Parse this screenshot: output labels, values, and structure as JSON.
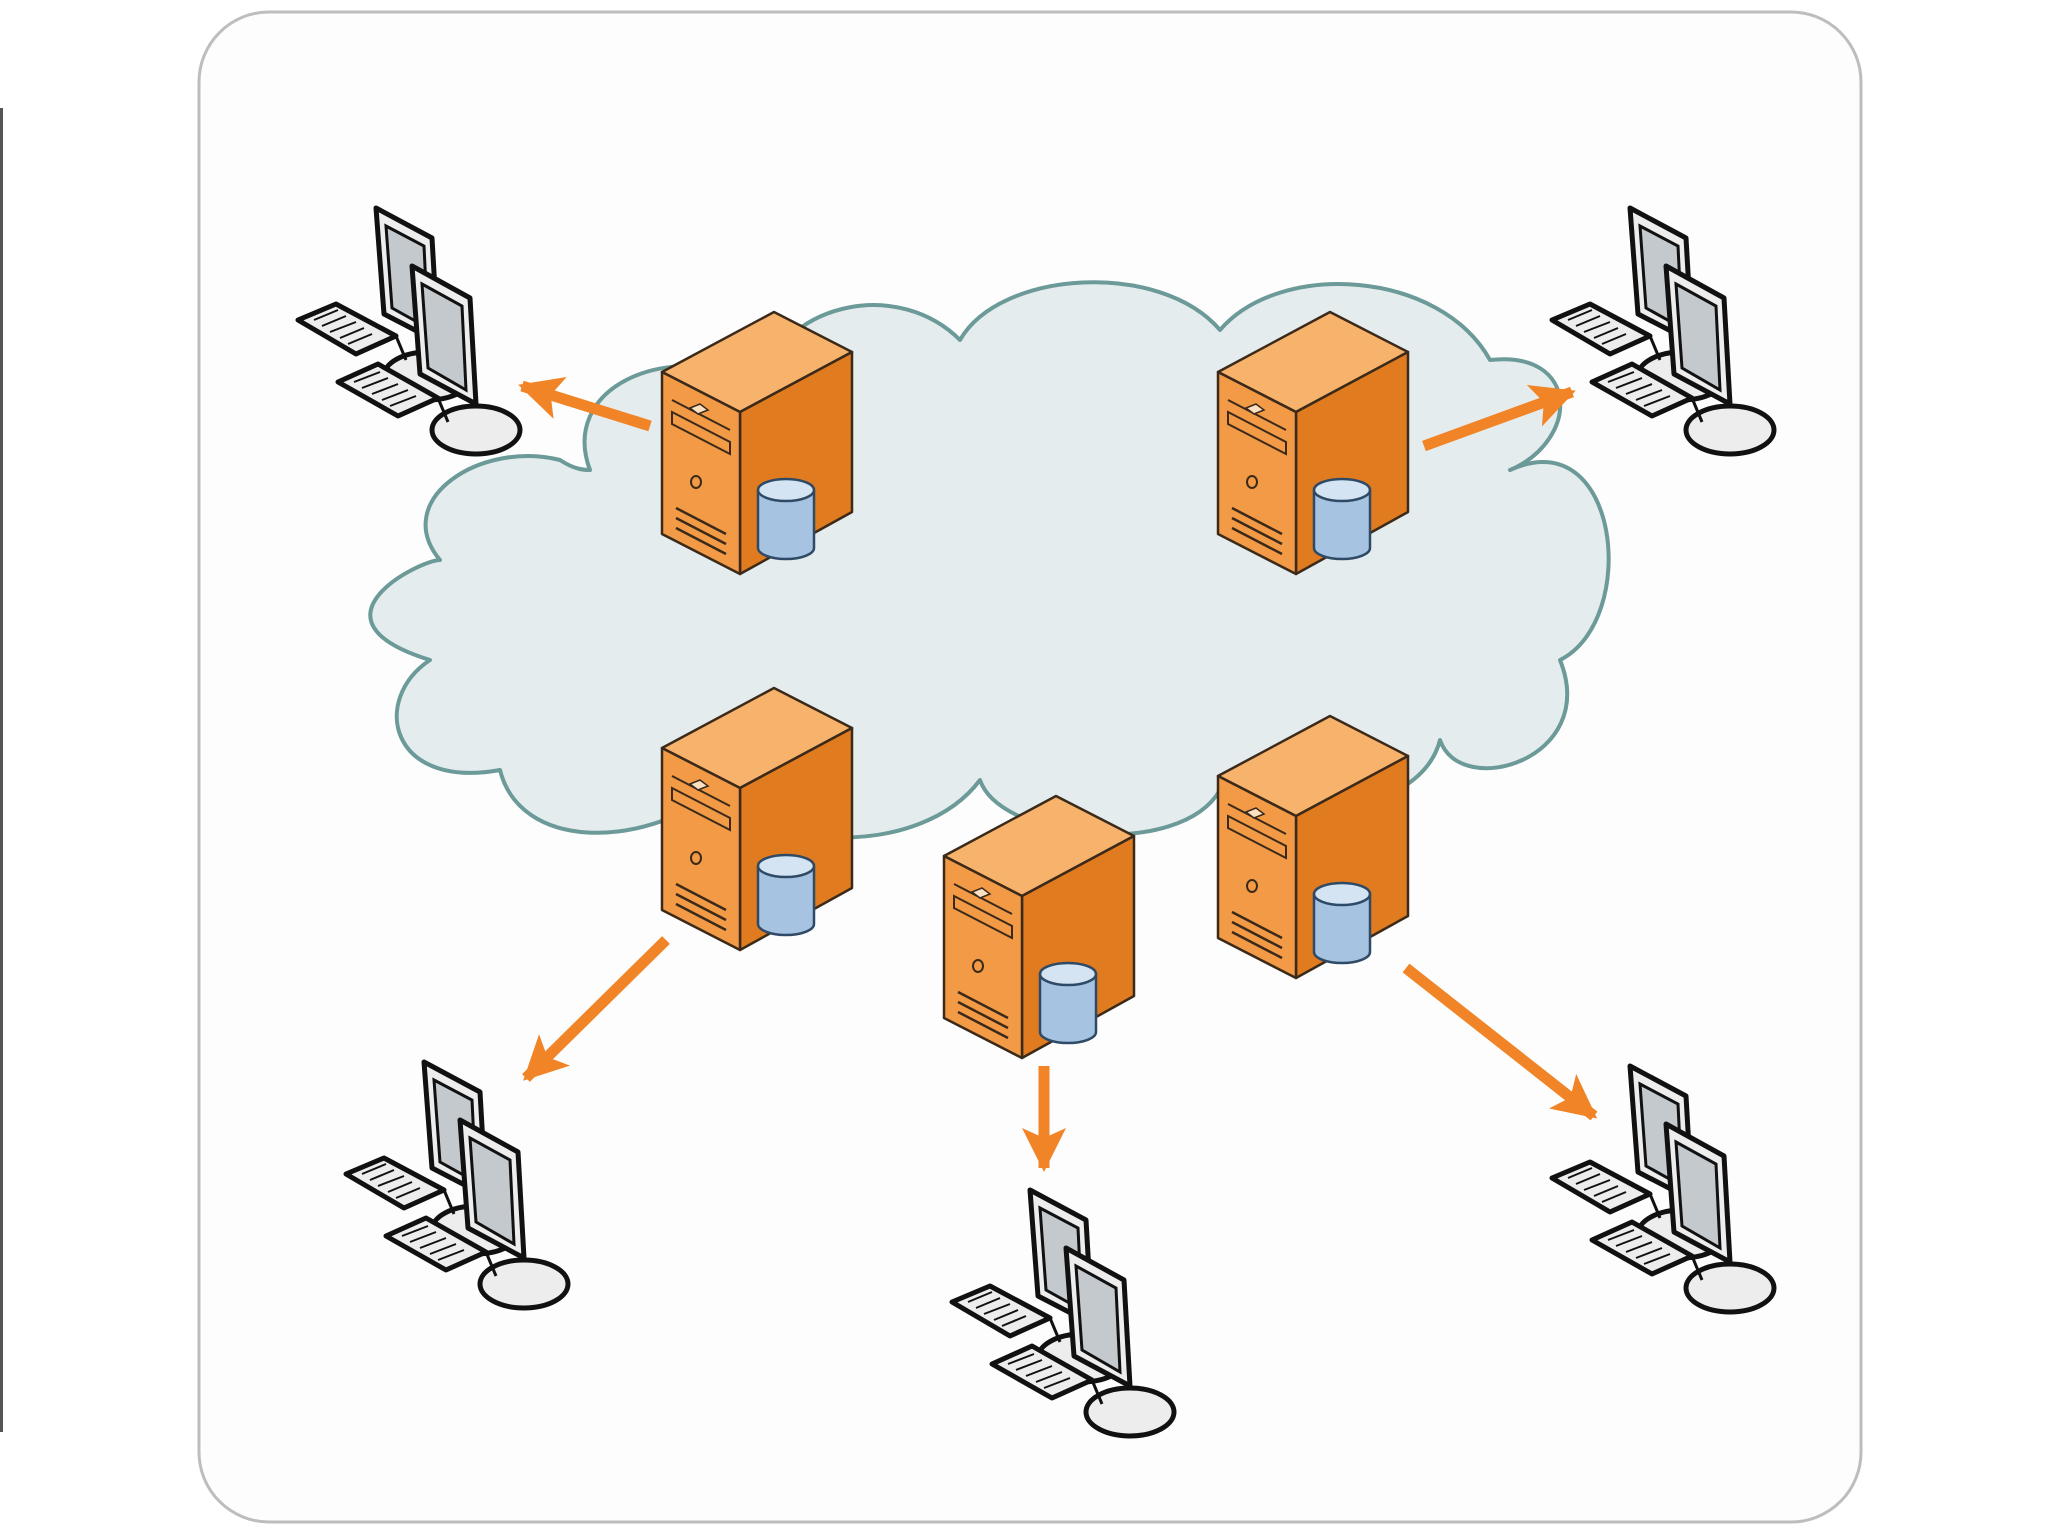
{
  "diagram": {
    "kind": "distributed-network",
    "colors": {
      "background": "#ffffff",
      "frame_fill": "#fdfdfd",
      "frame_stroke": "#bdbdbd",
      "left_edge_line": "#555555",
      "cloud_fill": "#e5ecee",
      "cloud_stroke": "#6b9a98",
      "server_front": "#f29a45",
      "server_side": "#e07b1f",
      "server_top": "#f7b26c",
      "server_stroke": "#3b2a1a",
      "db_fill": "#a6c4e2",
      "db_top": "#d4e4f3",
      "db_stroke": "#2e4a66",
      "arrow": "#f08426",
      "pc_fill": "#ededed",
      "pc_screen": "#c4c9ce",
      "pc_stroke": "#111111"
    },
    "nodes": {
      "cloud": {
        "icon": "network-cloud-icon",
        "label": ""
      },
      "servers": [
        {
          "id": "server-top-left",
          "icon": "server-tower-icon",
          "has_database": true,
          "serves": "client-top-left"
        },
        {
          "id": "server-top-right",
          "icon": "server-tower-icon",
          "has_database": true,
          "serves": "client-top-right"
        },
        {
          "id": "server-middle-left",
          "icon": "server-tower-icon",
          "has_database": true,
          "serves": "client-bottom-left"
        },
        {
          "id": "server-bottom-center",
          "icon": "server-tower-icon",
          "has_database": true,
          "serves": "client-bottom-center"
        },
        {
          "id": "server-middle-right",
          "icon": "server-tower-icon",
          "has_database": true,
          "serves": "client-bottom-right"
        }
      ],
      "clients": [
        {
          "id": "client-top-left",
          "icon": "workstation-pair-icon"
        },
        {
          "id": "client-top-right",
          "icon": "workstation-pair-icon"
        },
        {
          "id": "client-bottom-left",
          "icon": "workstation-pair-icon"
        },
        {
          "id": "client-bottom-center",
          "icon": "workstation-pair-icon"
        },
        {
          "id": "client-bottom-right",
          "icon": "workstation-pair-icon"
        }
      ]
    },
    "edges": [
      {
        "from": "server-top-left",
        "to": "client-top-left",
        "style": "arrow"
      },
      {
        "from": "server-top-right",
        "to": "client-top-right",
        "style": "arrow"
      },
      {
        "from": "server-middle-left",
        "to": "client-bottom-left",
        "style": "arrow"
      },
      {
        "from": "server-bottom-center",
        "to": "client-bottom-center",
        "style": "arrow"
      },
      {
        "from": "server-middle-right",
        "to": "client-bottom-right",
        "style": "arrow"
      }
    ]
  }
}
